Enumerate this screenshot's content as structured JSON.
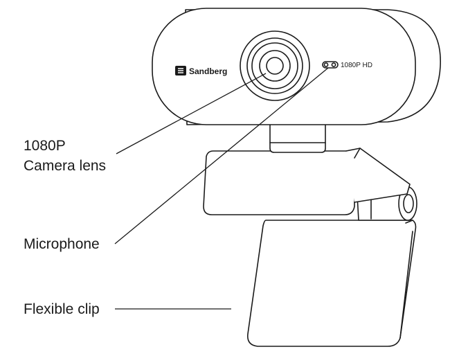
{
  "device": {
    "brand": "Sandberg",
    "resolution_badge": "1080P HD"
  },
  "callouts": {
    "lens_line1": "1080P",
    "lens_line2": "Camera lens",
    "microphone": "Microphone",
    "clip": "Flexible clip"
  },
  "colors": {
    "line": "#1a1a1a",
    "background": "#ffffff"
  }
}
